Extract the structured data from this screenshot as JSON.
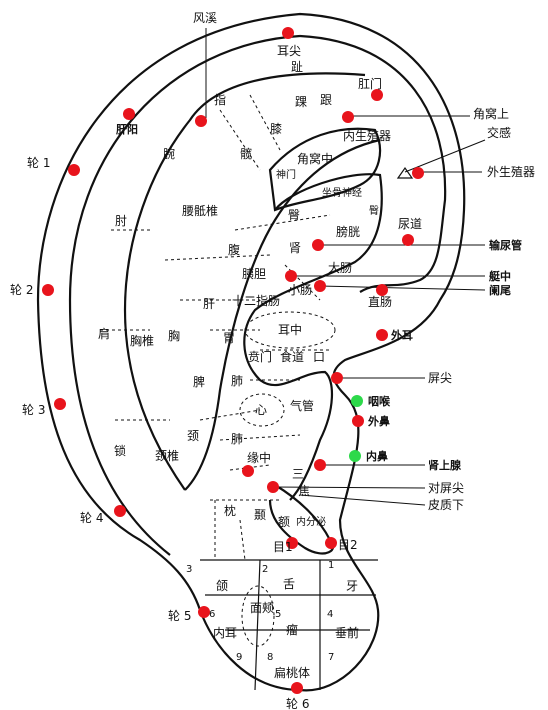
{
  "colors": {
    "point_red": "#e8141c",
    "point_green": "#2dd94a",
    "line": "#111111"
  },
  "labels": {
    "fengxi": "风溪",
    "erjian": "耳尖",
    "ganmen": "肛门",
    "ganyang": "肝阳",
    "jiaowoshang": "角窝上",
    "jiaogan": "交感",
    "waishengzhiqi": "外生殖器",
    "niaodao": "尿道",
    "shuniaoguan": "输尿管",
    "tingzhong": "艇中",
    "lanwei": "阑尾",
    "zhichang": "直肠",
    "waier": "外耳",
    "pingjian": "屏尖",
    "yanhou": "咽喉",
    "waibi": "外鼻",
    "neibi": "内鼻",
    "shenshangxian": "肾上腺",
    "duipingjian": "对屏尖",
    "pizhixia": "皮质下",
    "mu1": "目1",
    "mu2": "目2",
    "lun1": "轮 1",
    "lun2": "轮 2",
    "lun3": "轮 3",
    "lun4": "轮 4",
    "lun5": "轮 5",
    "lun6": "轮 6",
    "zhi_toe": "趾",
    "zhi_finger": "指",
    "gen": "跟",
    "huai": "踝",
    "xi": "膝",
    "kuan": "髋",
    "wan": "腕",
    "zhou": "肘",
    "jian": "肩",
    "suo": "锁",
    "yaodizhui": "腰骶椎",
    "xiongzhui": "胸椎",
    "jingzhui": "颈椎",
    "jing": "颈",
    "xiong": "胸",
    "neishengzhiqi": "内生殖器",
    "jiaowozhong": "角窝中",
    "shenmen": "神门",
    "zuogushenjing": "坐骨神经",
    "dunbu": "臀",
    "tunbu": "臀",
    "shen": "肾",
    "pangguang": "膀胱",
    "fu": "腹",
    "yidan": "胰胆",
    "dachang": "大肠",
    "xiaochang": "小肠",
    "shierzhichang": "十二指肠",
    "gan": "肝",
    "erzhong": "耳中",
    "wei": "胃",
    "benmen": "贲门",
    "shidao": "食道",
    "kou": "口",
    "pi": "脾",
    "fei": "肺",
    "xin": "心",
    "qiguan": "气管",
    "fei2": "肺",
    "yuanzhong": "缘中",
    "sanjiao": "三焦",
    "kang": "枕",
    "nie": "颞",
    "e": "额",
    "neifenmi": "内分泌",
    "e_jaw": "颌",
    "she": "舌",
    "ya": "牙",
    "neier": "内耳",
    "mianjia": "面颊",
    "chuiqian": "垂前",
    "biantaoti": "扁桃体",
    "n1": "1",
    "n2": "2",
    "n3": "3",
    "n4": "4",
    "n5": "5",
    "n6": "6",
    "n7": "7",
    "n8": "8",
    "n9": "9",
    "sanjiao_san": "三",
    "sanjiao_jiao": "焦",
    "fanduan": "瘤"
  }
}
